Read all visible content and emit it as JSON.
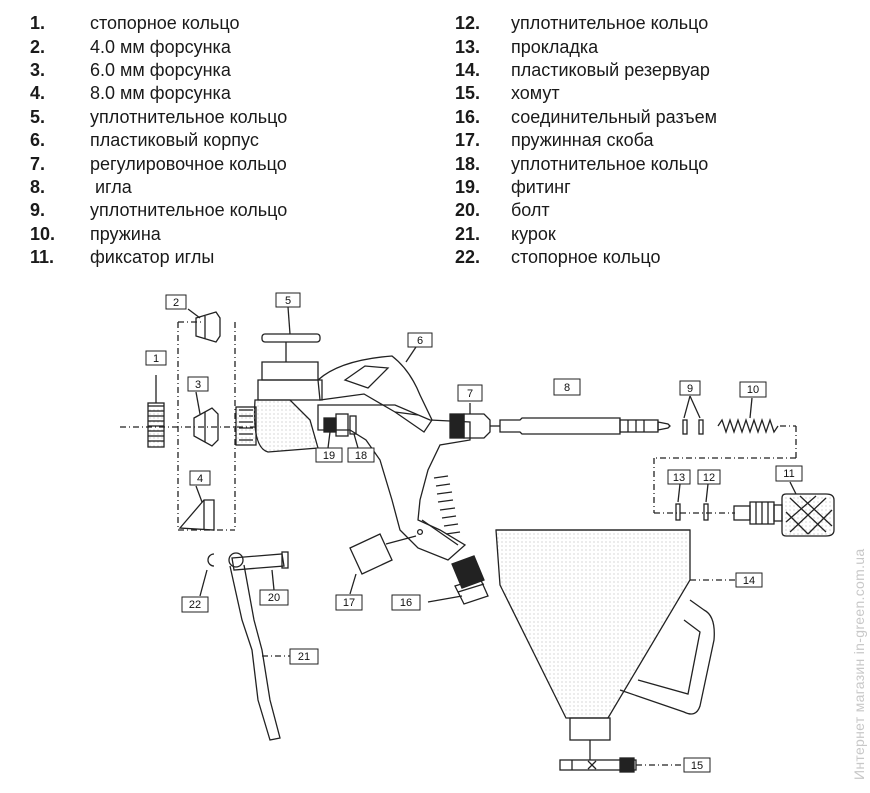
{
  "legend_left": [
    {
      "num": "1.",
      "text": "стопорное кольцо"
    },
    {
      "num": "2.",
      "text": "4.0 мм форсунка"
    },
    {
      "num": "3.",
      "text": "6.0 мм форсунка"
    },
    {
      "num": "4.",
      "text": "8.0 мм форсунка"
    },
    {
      "num": "5.",
      "text": "уплотнительное кольцо"
    },
    {
      "num": "6.",
      "text": "пластиковый корпус"
    },
    {
      "num": "7.",
      "text": "регулировочное кольцо"
    },
    {
      "num": "8.",
      "text": " игла"
    },
    {
      "num": "9.",
      "text": "уплотнительное кольцо"
    },
    {
      "num": "10.",
      "text": "пружина"
    },
    {
      "num": "11.",
      "text": "фиксатор иглы"
    }
  ],
  "legend_right": [
    {
      "num": "12.",
      "text": "уплотнительное кольцо"
    },
    {
      "num": "13.",
      "text": "прокладка"
    },
    {
      "num": "14.",
      "text": "пластиковый резервуар"
    },
    {
      "num": "15.",
      "text": "хомут"
    },
    {
      "num": "16.",
      "text": "соединительный разъем"
    },
    {
      "num": "17.",
      "text": "пружинная скоба"
    },
    {
      "num": "18.",
      "text": "уплотнительное кольцо"
    },
    {
      "num": "19.",
      "text": "фитинг"
    },
    {
      "num": "20.",
      "text": "болт"
    },
    {
      "num": "21.",
      "text": "курок"
    },
    {
      "num": "22.",
      "text": "стопорное кольцо"
    }
  ],
  "diagram_labels": {
    "p1": "1",
    "p2": "2",
    "p3": "3",
    "p4": "4",
    "p5": "5",
    "p6": "6",
    "p7": "7",
    "p8": "8",
    "p9": "9",
    "p10": "10",
    "p11": "11",
    "p12": "12",
    "p13": "13",
    "p14": "14",
    "p15": "15",
    "p16": "16",
    "p17": "17",
    "p18": "18",
    "p19": "19",
    "p20": "20",
    "p21": "21",
    "p22": "22"
  },
  "watermark": "Интернет магазин in-green.com.ua"
}
